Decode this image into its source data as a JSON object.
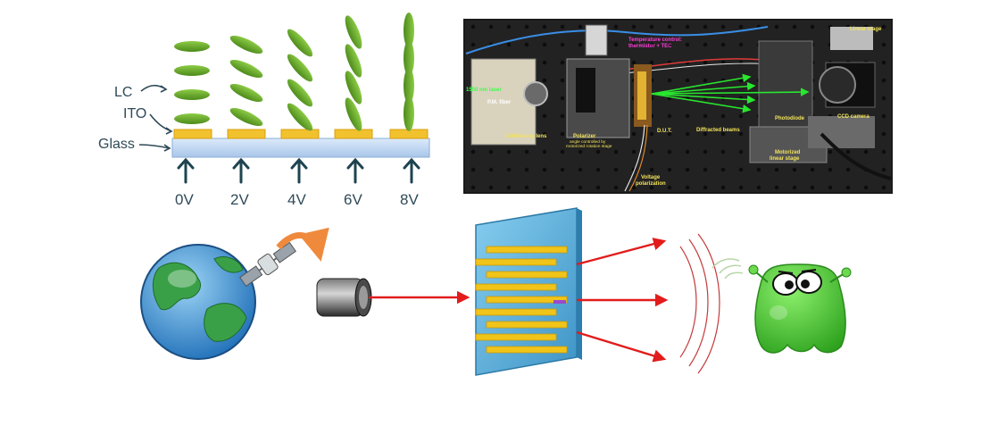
{
  "lc_cell": {
    "labels": {
      "lc": "LC",
      "ito": "ITO",
      "glass": "Glass"
    },
    "voltages": [
      "0V",
      "2V",
      "4V",
      "6V",
      "8V"
    ],
    "colors": {
      "crystal": "#6fae2c",
      "ito": "#f2c12e",
      "glass": "#bcd6ef",
      "text": "#2f4a58",
      "arrow": "#1e4450"
    }
  },
  "photo": {
    "labels": {
      "temperature_control": "Temperature control:",
      "thermistor": "thermistor + TEC",
      "pm_fiber": "P.M. fiber",
      "laser": "1550 nm laser",
      "collimating_lens": "Collimating lens",
      "polarizer": "Polarizer",
      "polarizer_note_1": "angle controlled by",
      "polarizer_note_2": "motorized rotation stage",
      "dut": "D.U.T.",
      "diffracted_beams": "Diffracted beams",
      "photodiode": "Photodiode",
      "ccd_camera": "CCD camera",
      "linear_stage": "Linear stage",
      "motorized_linear_stage_1": "Motorized",
      "motorized_linear_stage_2": "linear stage",
      "voltage_polarization_1": "Voltage",
      "voltage_polarization_2": "polarization"
    }
  },
  "concept": {
    "colors": {
      "earth_ocean": "#2f7fc6",
      "earth_land": "#3aa047",
      "beam": "#e21c1c",
      "panel": "#5fb6df",
      "electrode": "#f0c419",
      "alien": "#4fd13a",
      "curved_arrow": "#ef8a3c"
    }
  }
}
